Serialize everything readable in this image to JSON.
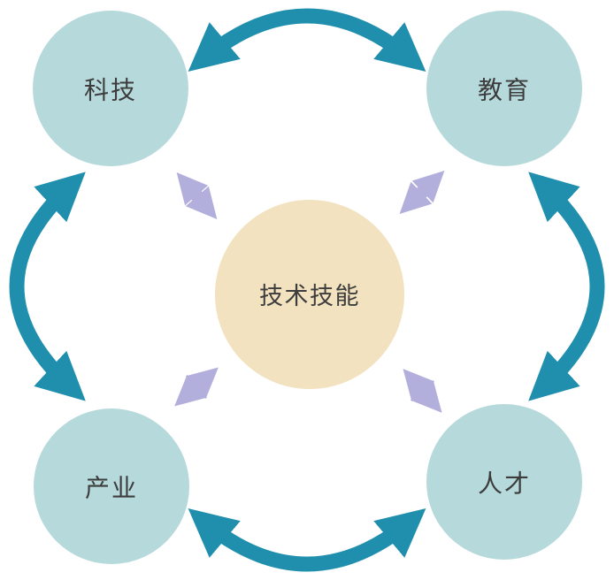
{
  "diagram": {
    "type": "cycle-hub-diagram",
    "center": {
      "label": "技术技能"
    },
    "nodes": [
      {
        "label": "科技",
        "position": "top-left"
      },
      {
        "label": "教育",
        "position": "top-right"
      },
      {
        "label": "产业",
        "position": "bottom-left"
      },
      {
        "label": "人才",
        "position": "bottom-right"
      }
    ],
    "cycle_arrows": [
      {
        "between": [
          "科技",
          "教育"
        ],
        "side": "top"
      },
      {
        "between": [
          "教育",
          "人才"
        ],
        "side": "right"
      },
      {
        "between": [
          "产业",
          "人才"
        ],
        "side": "bottom"
      },
      {
        "between": [
          "科技",
          "产业"
        ],
        "side": "left"
      }
    ],
    "link_arrows": [
      {
        "between": [
          "技术技能",
          "科技"
        ]
      },
      {
        "between": [
          "技术技能",
          "教育"
        ]
      },
      {
        "between": [
          "技术技能",
          "产业"
        ]
      },
      {
        "between": [
          "技术技能",
          "人才"
        ]
      }
    ],
    "colors": {
      "background": "#ffffff",
      "node_fill": "#b6d9db",
      "center_fill": "#f2e2bf",
      "cycle_arrow": "#1f8fad",
      "link_arrow": "#b3afdc",
      "label_text": "#3d3d3d"
    }
  }
}
